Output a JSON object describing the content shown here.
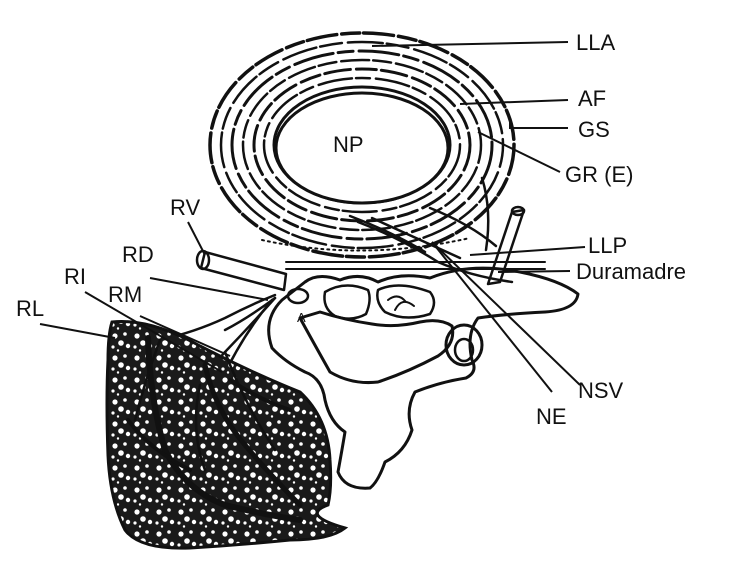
{
  "diagram": {
    "colors": {
      "ink": "#111111",
      "background": "#ffffff"
    },
    "labels": {
      "np": "NP",
      "lla": "LLA",
      "af": "AF",
      "gs": "GS",
      "gr": "GR (E)",
      "llp": "LLP",
      "duramadre": "Duramadre",
      "nsv": "NSV",
      "ne": "NE",
      "rv": "RV",
      "rd": "RD",
      "ri": "RI",
      "rm": "RM",
      "rl": "RL",
      "a": "A"
    }
  }
}
